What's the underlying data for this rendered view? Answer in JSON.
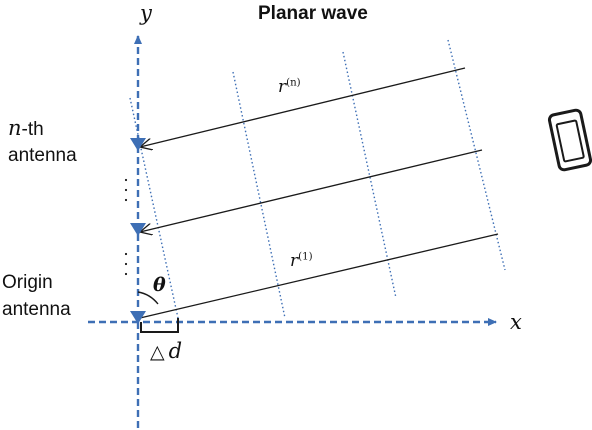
{
  "diagram": {
    "title": "Planar wave",
    "axis_x_label": "x",
    "axis_y_label": "y",
    "nth_antenna": {
      "symbol": "n",
      "suffix": "-th",
      "line2": "antenna"
    },
    "origin_antenna": {
      "line1": "Origin",
      "line2": "antenna"
    },
    "theta_label": "θ",
    "delta_d_symbol": "△",
    "delta_d_var": "d",
    "ray_top": {
      "base": "r",
      "sup": "(n)"
    },
    "ray_bottom": {
      "base": "r",
      "sup": "(1)"
    },
    "device_icon": "smartphone-icon",
    "colors": {
      "axis": "#3e6fb5",
      "wavefront": "#3e6fb5",
      "antenna_marker": "#3e6fb5",
      "ray": "#1a1a1a",
      "text": "#111111"
    }
  }
}
